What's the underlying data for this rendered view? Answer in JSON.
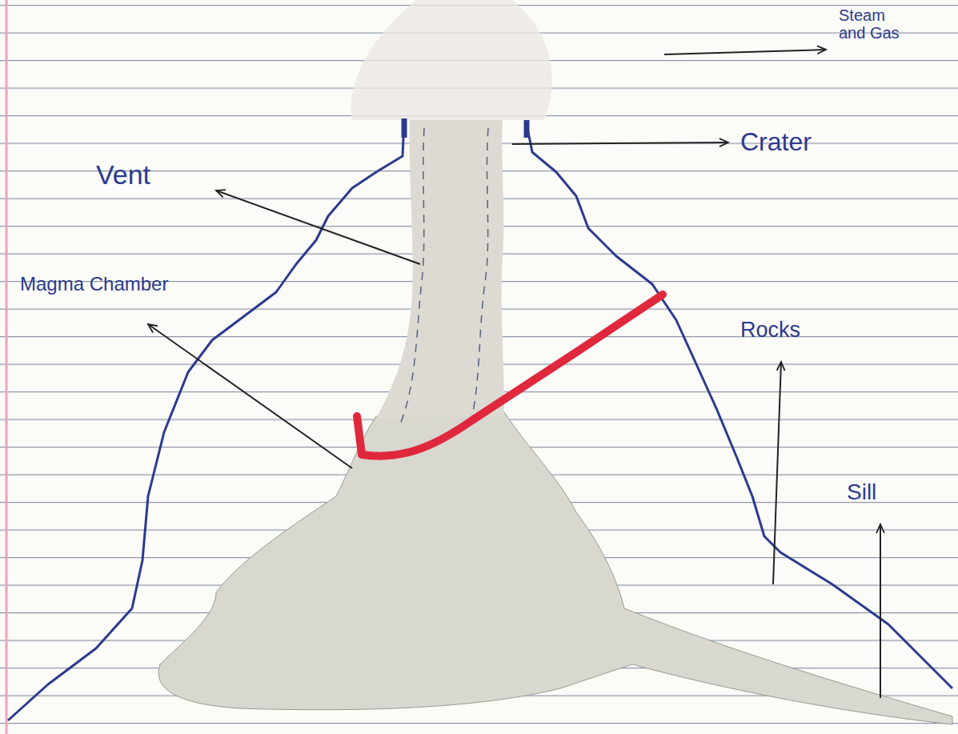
{
  "diagram": {
    "labels": [
      "Steam and Gas",
      "Crater",
      "Vent",
      "Magma Chamber",
      "Rocks",
      "Sill"
    ]
  }
}
